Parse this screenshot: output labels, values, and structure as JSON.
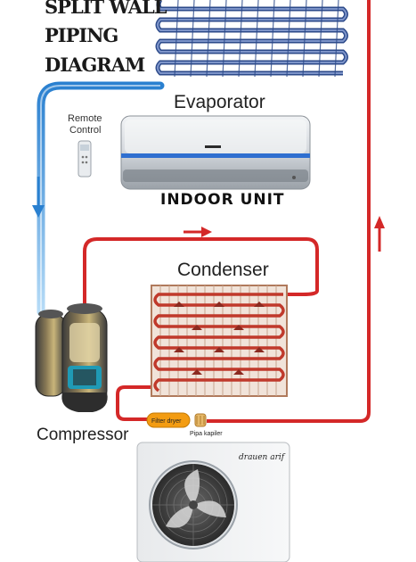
{
  "title": {
    "line1": "SPLIT WALL",
    "line2": "PIPING",
    "line3": "DIAGRAM"
  },
  "labels": {
    "evaporator": "Evaporator",
    "remote_control_line1": "Remote",
    "remote_control_line2": "Control",
    "indoor_unit": "INDOOR UNIT",
    "condenser": "Condenser",
    "compressor": "Compressor",
    "filter_dryer": "Filter dryer",
    "pipa_kapiler": "Pipa kapiler",
    "brand": "drauen arif"
  },
  "colors": {
    "cold_pipe": "#3a8fd8",
    "hot_pipe": "#d42828",
    "coil_blue": "#2c4a8a",
    "coil_red": "#c0392b",
    "filter_dryer": "#f39c12"
  }
}
